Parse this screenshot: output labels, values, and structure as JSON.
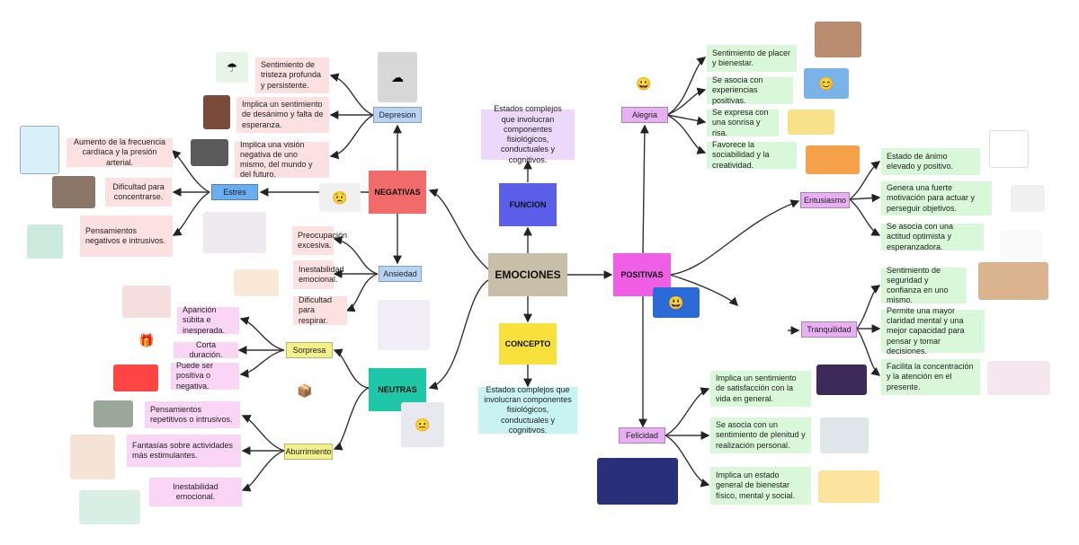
{
  "center": {
    "label": "EMOCIONES",
    "color": "#c9bfa8"
  },
  "funcion": {
    "label": "FUNCION",
    "color": "#5b5ee8",
    "desc": "Estados complejos que involucran componentes fisiológicos, conductuales y cognitivos."
  },
  "concepto": {
    "label": "CONCEPTO",
    "color": "#f7e13a",
    "desc": "Estados complejos que involucran componentes fisiológicos, conductuales y cognitivos."
  },
  "negativas": {
    "label": "NEGATIVAS",
    "color": "#f26b6b",
    "depresion": {
      "label": "Depresion",
      "items": [
        "Sentimiento de tristeza profunda y persistente.",
        "Implica un sentimiento de desánimo y falta de esperanza.",
        "Implica una visión negativa de uno mismo, del mundo y del futuro."
      ]
    },
    "estres": {
      "label": "Estres",
      "items": [
        "Aumento de la frecuencia cardíaca y la presión arterial.",
        "Dificultad para concentrarse.",
        "Pensamientos negativos e intrusivos."
      ]
    },
    "ansiedad": {
      "label": "Ansiedad",
      "items": [
        "Preocupación excesiva.",
        "Inestabilidad emocional.",
        "Dificultad para respirar."
      ]
    }
  },
  "neutras": {
    "label": "NEUTRAS",
    "color": "#1fc7a8",
    "sorpresa": {
      "label": "Sorpresa",
      "items": [
        "Aparición súbita e inesperada.",
        "Corta duración.",
        "Puede ser positiva o negativa."
      ]
    },
    "aburrimiento": {
      "label": "Aburrimiento",
      "items": [
        "Pensamientos repetitivos o intrusivos.",
        "Fantasías sobre actividades más estimulantes.",
        "Inestabilidad emocional."
      ]
    }
  },
  "positivas": {
    "label": "POSITIVAS",
    "color": "#ee5fe6",
    "alegria": {
      "label": "Alegria",
      "items": [
        "Sentimiento de placer y bienestar.",
        "Se asocia con experiencias positivas.",
        "Se expresa con una sonrisa y risa.",
        "Favorece la sociabilidad y la creatividad."
      ]
    },
    "entusiasmo": {
      "label": "Entusiasmo",
      "items": [
        "Estado de ánimo elevado y positivo.",
        "Genera una fuerte motivación para actuar y perseguir objetivos.",
        "Se asocia con una actitud optimista y esperanzadora."
      ]
    },
    "tranquilidad": {
      "label": "Tranquilidad",
      "items": [
        "Sentimiento de seguridad y confianza en uno mismo.",
        "Permite una mayor claridad mental y una mejor capacidad para pensar y tomar decisiones.",
        "Facilita la concentración y la atención en el presente."
      ]
    },
    "felicidad": {
      "label": "Felicidad",
      "items": [
        "Implica un sentimiento de satisfacción con la vida en general.",
        "Se asocia con un sentimiento de plenitud y realización personal.",
        "Implica un estado general de bienestar físico, mental y social."
      ]
    }
  },
  "sub_colors": {
    "depresion": "#b7d4f7",
    "estres": "#6aaef2",
    "ansiedad": "#b7d4f7",
    "sorpresa": "#f4f08c",
    "aburrimiento": "#f4f08c",
    "alegria": "#e6b0f2",
    "entusiasmo": "#e6b0f2",
    "tranquilidad": "#e6b0f2",
    "felicidad": "#e6b0f2"
  }
}
